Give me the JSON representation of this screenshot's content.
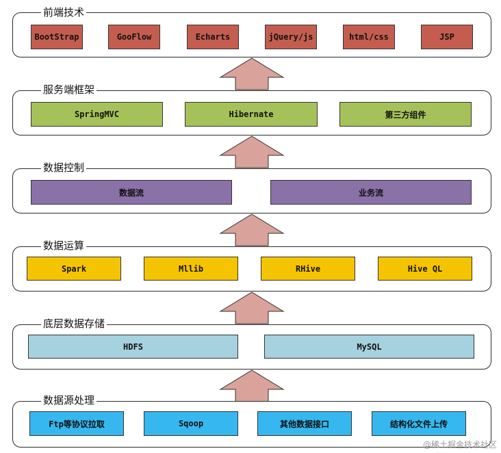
{
  "colors": {
    "frontend": "#c45d4f",
    "framework": "#a5c25a",
    "control": "#8a71a8",
    "compute": "#f5c400",
    "storage": "#a6d1df",
    "source": "#36b7ef",
    "arrow": "#d9a29a"
  },
  "layers": {
    "frontend": {
      "title": "前端技术",
      "items": [
        "BootStrap",
        "GooFlow",
        "Echarts",
        "jQuery/js",
        "html/css",
        "JSP"
      ]
    },
    "framework": {
      "title": "服务端框架",
      "items": [
        "SpringMVC",
        "Hibernate",
        "第三方组件"
      ]
    },
    "control": {
      "title": "数据控制",
      "items": [
        "数据流",
        "业务流"
      ]
    },
    "compute": {
      "title": "数据运算",
      "items": [
        "Spark",
        "Mllib",
        "RHive",
        "Hive QL"
      ]
    },
    "storage": {
      "title": "底层数据存储",
      "items": [
        "HDFS",
        "MySQL"
      ]
    },
    "source": {
      "title": "数据源处理",
      "items": [
        "Ftp等协议拉取",
        "Sqoop",
        "其他数据接口",
        "结构化文件上传"
      ]
    }
  },
  "watermark": "@稀土掘金技术社区"
}
